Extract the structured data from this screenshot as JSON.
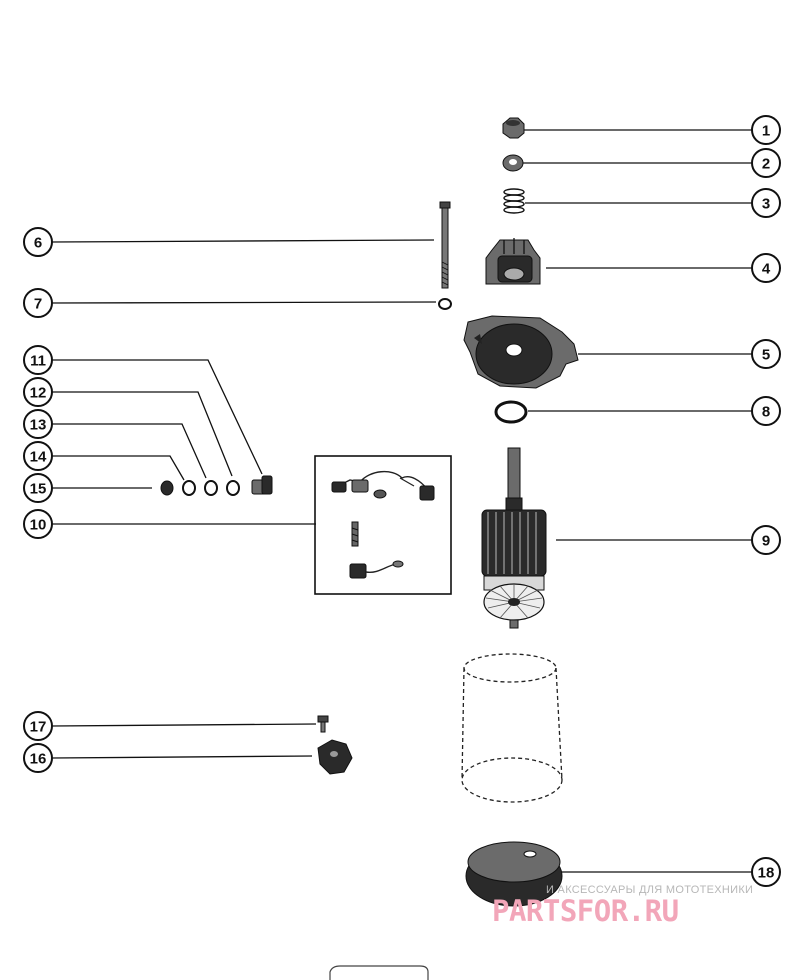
{
  "callouts": [
    {
      "num": "1"
    },
    {
      "num": "2"
    },
    {
      "num": "3"
    },
    {
      "num": "4"
    },
    {
      "num": "5"
    },
    {
      "num": "6"
    },
    {
      "num": "7"
    },
    {
      "num": "8"
    },
    {
      "num": "9"
    },
    {
      "num": "10"
    },
    {
      "num": "11"
    },
    {
      "num": "12"
    },
    {
      "num": "13"
    },
    {
      "num": "14"
    },
    {
      "num": "15"
    },
    {
      "num": "16"
    },
    {
      "num": "17"
    },
    {
      "num": "18"
    }
  ],
  "watermark": {
    "tagline": "И АКСЕССУАРЫ ДЛЯ МОТОТЕХНИКИ",
    "site": "PARTSFOR.RU",
    "color": "#f2a6b9"
  }
}
